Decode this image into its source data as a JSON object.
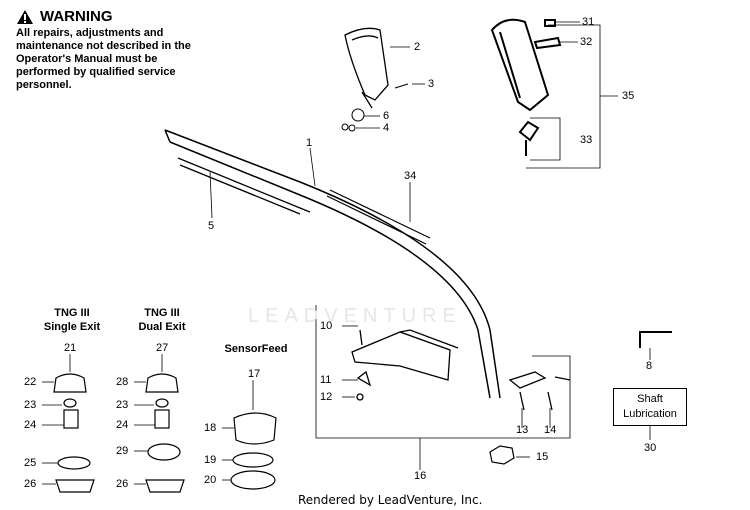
{
  "warning": {
    "title": "WARNING",
    "body": "All repairs, adjustments and maintenance not described in the Operator's Manual must be performed by qualified service personnel."
  },
  "watermark": "LEADVENTURE",
  "headers": {
    "tng_single": "TNG III\nSingle Exit",
    "tng_dual": "TNG III\nDual Exit",
    "sensorfeed": "SensorFeed"
  },
  "lubrication_box": "Shaft\nLubrication",
  "footer": "Rendered by LeadVenture, Inc.",
  "callouts": [
    "1",
    "2",
    "3",
    "4",
    "5",
    "6",
    "8",
    "10",
    "11",
    "12",
    "13",
    "14",
    "15",
    "16",
    "17",
    "18",
    "19",
    "20",
    "21",
    "22",
    "23",
    "23",
    "24",
    "24",
    "25",
    "26",
    "26",
    "27",
    "28",
    "29",
    "30",
    "31",
    "32",
    "33",
    "34",
    "35"
  ]
}
